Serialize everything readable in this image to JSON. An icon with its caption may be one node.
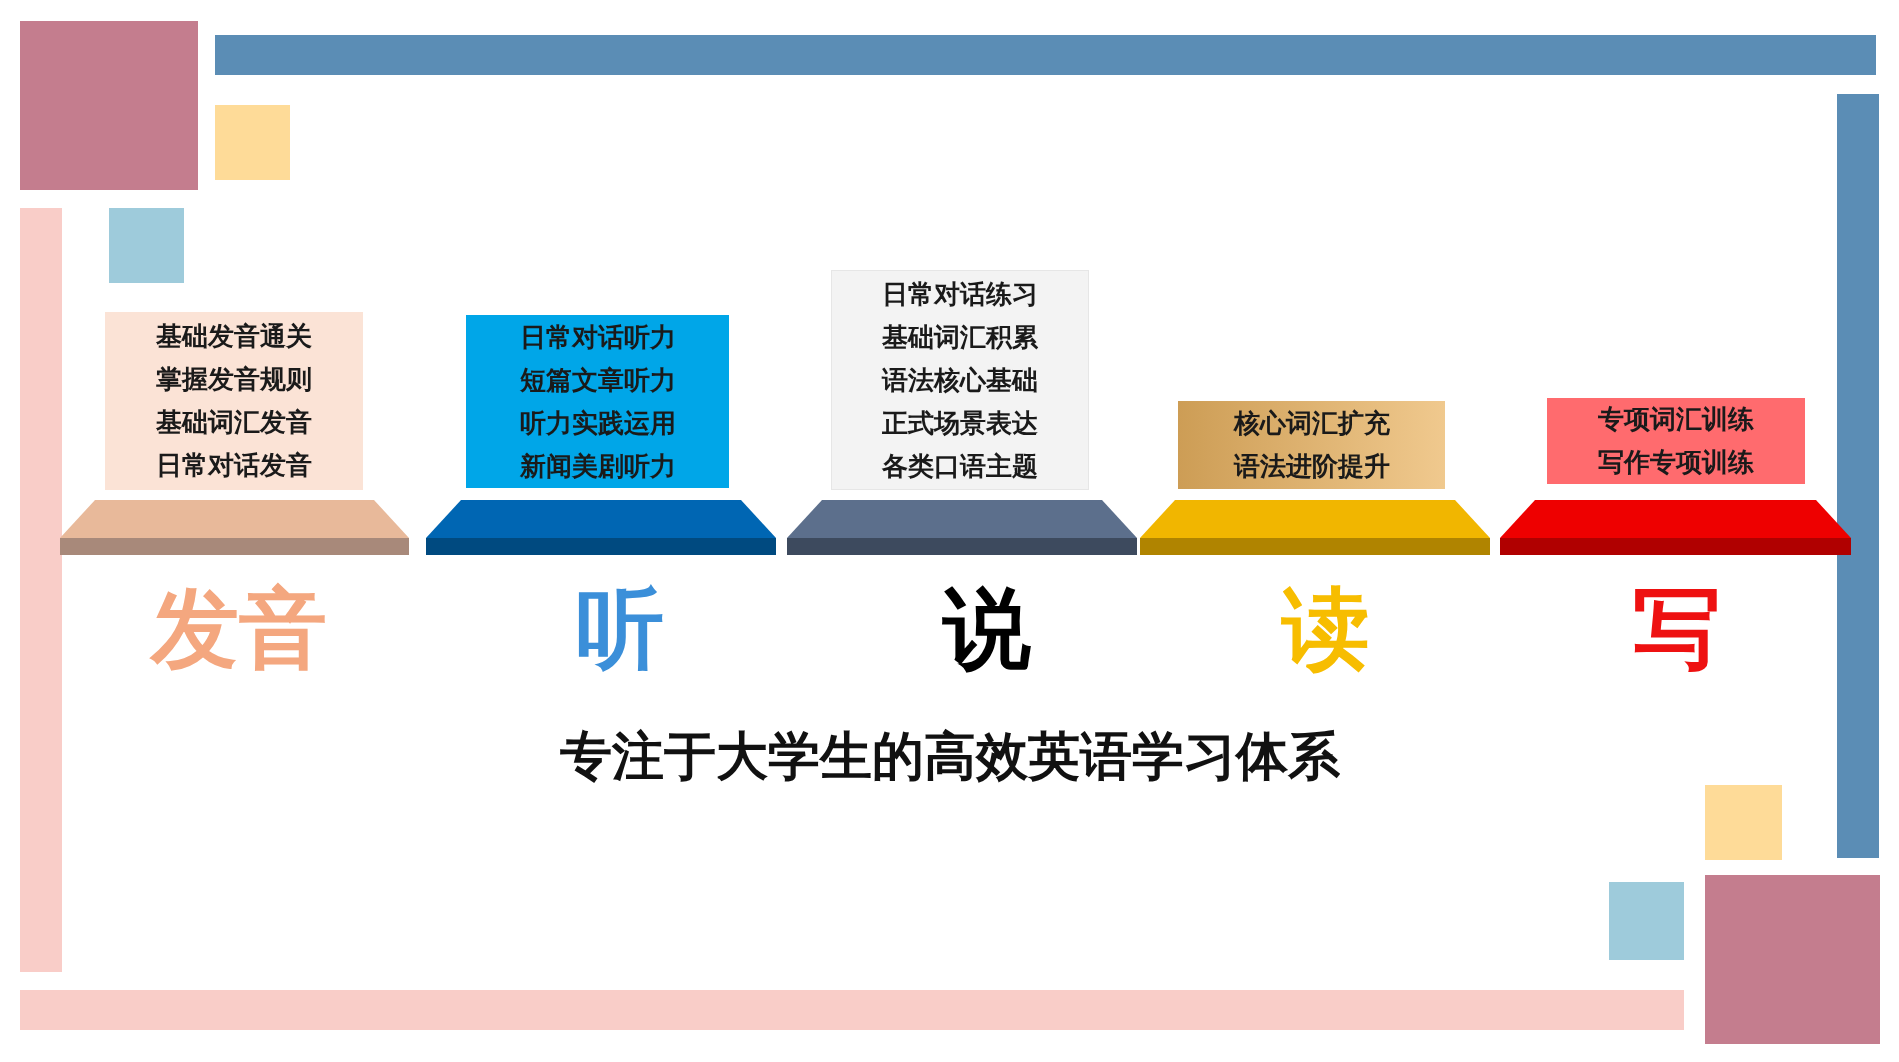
{
  "diagram": {
    "title": "专注于大学生的高效英语学习体系",
    "nodes": [
      {
        "text": [
          "基础发音通关",
          "掌握发音规则",
          "基础词汇发音",
          "日常对话发音"
        ],
        "beside": [
          "发音"
        ]
      },
      {
        "text": [
          "日常对话听力",
          "短篇文章听力",
          "听力实践运用",
          "新闻美剧听力"
        ],
        "beside": [
          "听"
        ]
      },
      {
        "text": [
          "日常对话练习",
          "基础词汇积累",
          "语法核心基础",
          "正式场景表达",
          "各类口语主题"
        ],
        "beside": [
          "说"
        ]
      },
      {
        "text": [
          "核心词汇扩充",
          "语法进阶提升"
        ],
        "beside": [
          "读"
        ]
      },
      {
        "text": [
          "专项词汇训练",
          "写作专项训练"
        ],
        "beside": [
          "写"
        ]
      }
    ],
    "edges": []
  }
}
